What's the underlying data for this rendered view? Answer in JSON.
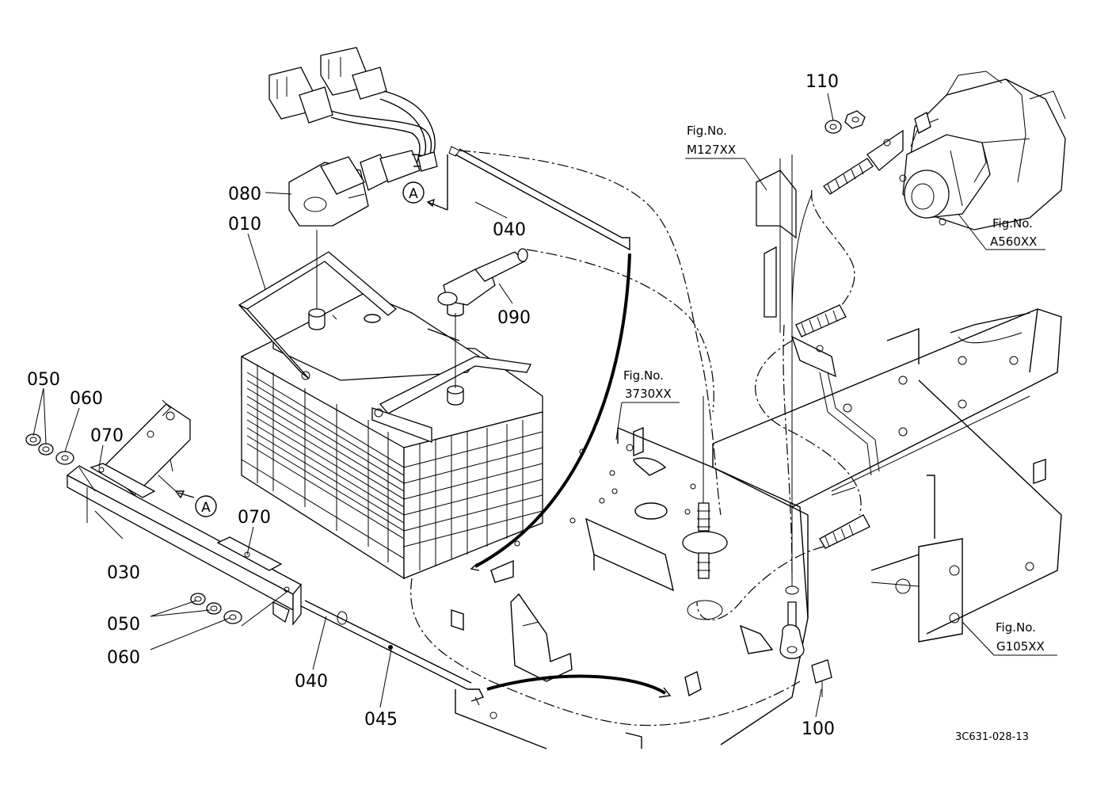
{
  "labels": {
    "l010": "010",
    "l030": "030",
    "l040a": "040",
    "l040b": "040",
    "l045": "045",
    "l050a": "050",
    "l050b": "050",
    "l060a": "060",
    "l060b": "060",
    "l070a": "070",
    "l070b": "070",
    "l080": "080",
    "l090": "090",
    "l100": "100",
    "l110": "110"
  },
  "figrefs": {
    "m127": {
      "title": "Fig.No.",
      "code": "M127XX"
    },
    "a560": {
      "title": "Fig.No.",
      "code": "A560XX"
    },
    "f3730": {
      "title": "Fig.No.",
      "code": "3730XX"
    },
    "g105": {
      "title": "Fig.No.",
      "code": "G105XX"
    }
  },
  "view_marker": "A",
  "drawing_ref": "3C631-028-13"
}
